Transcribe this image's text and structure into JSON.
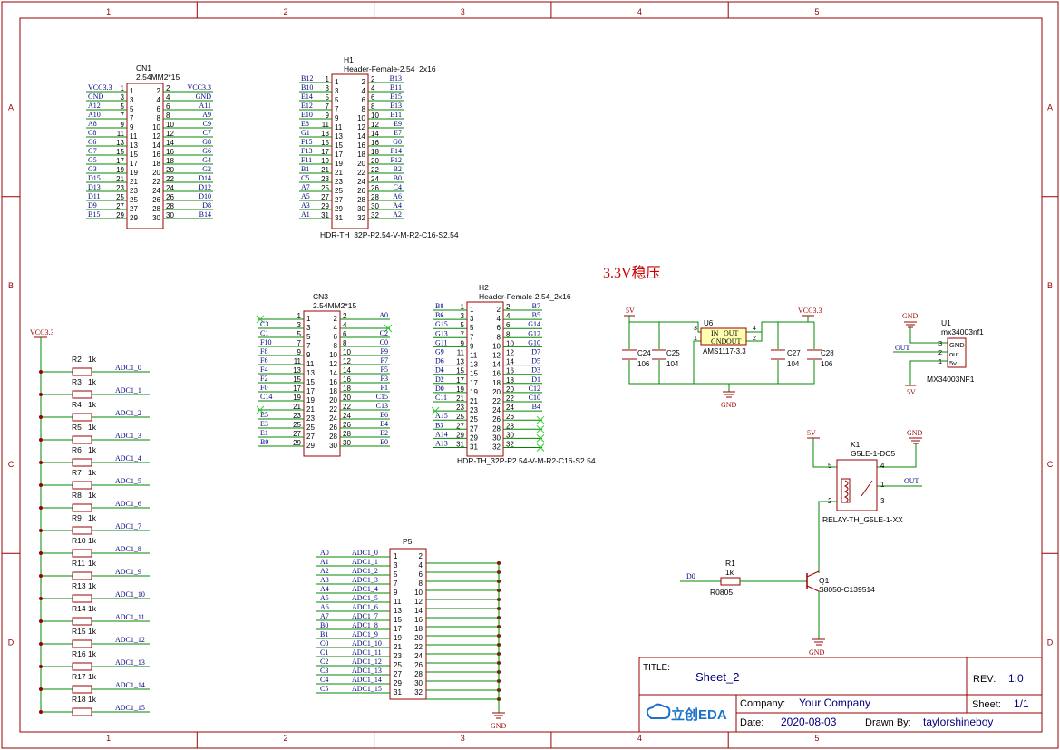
{
  "frame": {
    "cols": [
      "1",
      "2",
      "3",
      "4",
      "5"
    ],
    "rows": [
      "A",
      "B",
      "C",
      "D"
    ]
  },
  "cn1": {
    "ref": "CN1",
    "value": "2.54MM2*15",
    "left_nets": [
      "VCC3.3",
      "GND",
      "A12",
      "A10",
      "A8",
      "C8",
      "C6",
      "G7",
      "G5",
      "G3",
      "D15",
      "D13",
      "D11",
      "D9",
      "B15"
    ],
    "left_pins": [
      "1",
      "3",
      "5",
      "7",
      "9",
      "11",
      "13",
      "15",
      "17",
      "19",
      "21",
      "23",
      "25",
      "27",
      "29"
    ],
    "right_pins": [
      "2",
      "4",
      "6",
      "8",
      "10",
      "12",
      "14",
      "16",
      "18",
      "20",
      "22",
      "24",
      "26",
      "28",
      "30"
    ],
    "right_nets": [
      "VCC3.3",
      "GND",
      "A11",
      "A9",
      "C9",
      "C7",
      "G8",
      "G6",
      "G4",
      "G2",
      "D14",
      "D12",
      "D10",
      "D8",
      "B14"
    ]
  },
  "h1": {
    "ref": "H1",
    "value": "Header-Female-2.54_2x16",
    "footprint": "HDR-TH_32P-P2.54-V-M-R2-C16-S2.54",
    "left_nets": [
      "B12",
      "B10",
      "E14",
      "E12",
      "E10",
      "E8",
      "G1",
      "F15",
      "F13",
      "F11",
      "B1",
      "C5",
      "A7",
      "A5",
      "A3",
      "A1"
    ],
    "left_pins": [
      "1",
      "3",
      "5",
      "7",
      "9",
      "11",
      "13",
      "15",
      "17",
      "19",
      "21",
      "23",
      "25",
      "27",
      "29",
      "31"
    ],
    "right_pins": [
      "2",
      "4",
      "6",
      "8",
      "10",
      "12",
      "14",
      "16",
      "18",
      "20",
      "22",
      "24",
      "26",
      "28",
      "30",
      "32"
    ],
    "right_nets": [
      "B13",
      "B11",
      "E15",
      "E13",
      "E11",
      "E9",
      "E7",
      "G0",
      "F14",
      "F12",
      "B2",
      "B0",
      "C4",
      "A6",
      "A4",
      "A2"
    ]
  },
  "cn3": {
    "ref": "CN3",
    "value": "2.54MM2*15",
    "left_nets": [
      "",
      "C3",
      "C1",
      "F10",
      "F8",
      "F6",
      "F4",
      "F2",
      "F0",
      "C14",
      "",
      "E5",
      "E3",
      "E1",
      "B9"
    ],
    "left_pins": [
      "1",
      "3",
      "5",
      "7",
      "9",
      "11",
      "13",
      "15",
      "17",
      "19",
      "21",
      "23",
      "25",
      "27",
      "29"
    ],
    "right_pins": [
      "2",
      "4",
      "6",
      "8",
      "10",
      "12",
      "14",
      "16",
      "18",
      "20",
      "22",
      "24",
      "26",
      "28",
      "30"
    ],
    "right_nets": [
      "A0",
      "",
      "C2",
      "C0",
      "F9",
      "F7",
      "F5",
      "F3",
      "F1",
      "C15",
      "C13",
      "E6",
      "E4",
      "E2",
      "E0"
    ]
  },
  "h2": {
    "ref": "H2",
    "value": "Header-Female-2.54_2x16",
    "footprint": "HDR-TH_32P-P2.54-V-M-R2-C16-S2.54",
    "left_nets": [
      "B8",
      "B6",
      "G15",
      "G13",
      "G11",
      "G9",
      "D6",
      "D4",
      "D2",
      "D0",
      "C11",
      "",
      "A15",
      "B3",
      "A14",
      "A13"
    ],
    "left_pins": [
      "1",
      "3",
      "5",
      "7",
      "9",
      "11",
      "13",
      "15",
      "17",
      "19",
      "21",
      "23",
      "25",
      "27",
      "29",
      "31"
    ],
    "right_pins": [
      "2",
      "4",
      "6",
      "8",
      "10",
      "12",
      "14",
      "16",
      "18",
      "20",
      "22",
      "24",
      "26",
      "28",
      "30",
      "32"
    ],
    "right_nets": [
      "B7",
      "B5",
      "G14",
      "G12",
      "G10",
      "D7",
      "D5",
      "D3",
      "D1",
      "C12",
      "C10",
      "B4",
      "",
      "",
      "",
      ""
    ]
  },
  "p5": {
    "ref": "P5",
    "left_nets": [
      "A0",
      "A1",
      "A2",
      "A3",
      "A4",
      "A5",
      "A6",
      "A7",
      "B0",
      "B1",
      "C0",
      "C1",
      "C2",
      "C3",
      "C4",
      "C5"
    ],
    "adc_nets": [
      "ADC1_0",
      "ADC1_1",
      "ADC1_2",
      "ADC1_3",
      "ADC1_4",
      "ADC1_5",
      "ADC1_6",
      "ADC1_7",
      "ADC1_8",
      "ADC1_9",
      "ADC1_10",
      "ADC1_11",
      "ADC1_12",
      "ADC1_13",
      "ADC1_14",
      "ADC1_15"
    ],
    "left_pins": [
      "1",
      "3",
      "5",
      "7",
      "9",
      "11",
      "13",
      "15",
      "17",
      "19",
      "21",
      "23",
      "25",
      "27",
      "29",
      "31"
    ],
    "right_pins": [
      "2",
      "4",
      "6",
      "8",
      "10",
      "12",
      "14",
      "16",
      "18",
      "20",
      "22",
      "24",
      "26",
      "28",
      "30",
      "32"
    ],
    "gnd": "GND"
  },
  "resistors": {
    "vcc": "VCC3.3",
    "refs": [
      "R2",
      "R3",
      "R4",
      "R5",
      "R6",
      "R7",
      "R8",
      "R9",
      "R10",
      "R11",
      "R13",
      "R14",
      "R15",
      "R16",
      "R17",
      "R18"
    ],
    "value": "1k",
    "nets": [
      "ADC1_0",
      "ADC1_1",
      "ADC1_2",
      "ADC1_3",
      "ADC1_4",
      "ADC1_5",
      "ADC1_6",
      "ADC1_7",
      "ADC1_8",
      "ADC1_9",
      "ADC1_10",
      "ADC1_11",
      "ADC1_12",
      "ADC1_13",
      "ADC1_14",
      "ADC1_15"
    ]
  },
  "regulator": {
    "heading": "3.3V稳压",
    "in_net": "5V",
    "out_net": "VCC3.3",
    "gnd": "GND",
    "ref": "U6",
    "value": "AMS1117-3.3",
    "pin_in": "IN",
    "pin_out": "OUT",
    "pin_gnd": "GND",
    "pin_out2": "OUT",
    "pin3": "3",
    "pin4": "4",
    "pin1": "1",
    "pin2": "2",
    "caps": [
      {
        "ref": "C24",
        "value": "106"
      },
      {
        "ref": "C25",
        "value": "104"
      },
      {
        "ref": "C27",
        "value": "104"
      },
      {
        "ref": "C28",
        "value": "106"
      }
    ]
  },
  "u1": {
    "ref": "U1",
    "value": "mx34003nf1",
    "part": "MX34003NF1",
    "gnd_net": "GND",
    "out_net": "OUT",
    "v_net": "5V",
    "pins": [
      "GND",
      "out",
      "5v"
    ],
    "pin_nums": [
      "3",
      "2",
      "1"
    ]
  },
  "relay": {
    "ref": "K1",
    "value": "G5LE-1-DC5",
    "footprint": "RELAY-TH_G5LE-1-XX",
    "v_net": "5V",
    "gnd_net": "GND",
    "out_net": "OUT",
    "pins": [
      "5",
      "4",
      "1",
      "2",
      "3"
    ]
  },
  "transistor": {
    "ref": "Q1",
    "value": "S8050-C139514",
    "gnd": "GND"
  },
  "r1": {
    "ref": "R1",
    "value": "1k",
    "footprint": "R0805",
    "net": "D0"
  },
  "titleblock": {
    "title_label": "TITLE:",
    "title": "Sheet_2",
    "rev_label": "REV:",
    "rev": "1.0",
    "company_label": "Company:",
    "company": "Your Company",
    "sheet_label": "Sheet:",
    "sheet": "1/1",
    "date_label": "Date:",
    "date": "2020-08-03",
    "drawn_label": "Drawn By:",
    "drawn": "taylorshineboy",
    "logo_text": "立创EDA"
  },
  "colors": {
    "frame": "#990000",
    "wire": "#008800",
    "net": "#000080",
    "pin": "#000000",
    "text_red": "#cc0000",
    "noconnect": "#33cc33"
  }
}
